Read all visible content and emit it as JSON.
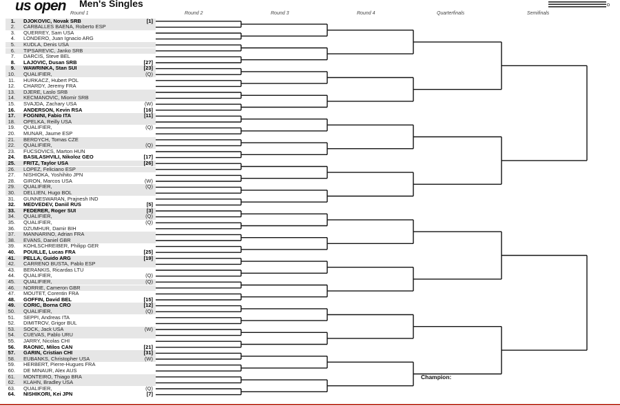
{
  "header": {
    "logo_text": "us open",
    "title": "Men's Singles"
  },
  "rounds": [
    "Round 1",
    "Round 2",
    "Round 3",
    "Round 4",
    "Quarterfinals",
    "Semifinals"
  ],
  "champion_label": "Champion:",
  "entries": [
    {
      "num": "1.",
      "name": "DJOKOVIC, Novak SRB",
      "seed": "[1]"
    },
    {
      "num": "2.",
      "name": "CARBALLES BAENA, Roberto ESP",
      "seed": ""
    },
    {
      "num": "3.",
      "name": "QUERREY, Sam USA",
      "seed": ""
    },
    {
      "num": "4.",
      "name": "LONDERO, Juan Ignacio ARG",
      "seed": ""
    },
    {
      "num": "5.",
      "name": "KUDLA, Denis USA",
      "seed": ""
    },
    {
      "num": "6.",
      "name": "TIPSAREVIC, Janko SRB",
      "seed": ""
    },
    {
      "num": "7.",
      "name": "DARCIS, Steve BEL",
      "seed": ""
    },
    {
      "num": "8.",
      "name": "LAJOVIC, Dusan SRB",
      "seed": "[27]"
    },
    {
      "num": "9.",
      "name": "WAWRINKA, Stan SUI",
      "seed": "[23]"
    },
    {
      "num": "10.",
      "name": "QUALIFIER,",
      "seed": "(Q)"
    },
    {
      "num": "11.",
      "name": "HURKACZ, Hubert POL",
      "seed": ""
    },
    {
      "num": "12.",
      "name": "CHARDY, Jeremy FRA",
      "seed": ""
    },
    {
      "num": "13.",
      "name": "DJERE, Laslo SRB",
      "seed": ""
    },
    {
      "num": "14.",
      "name": "KECMANOVIC, Miomir SRB",
      "seed": ""
    },
    {
      "num": "15.",
      "name": "SVAJDA, Zachary USA",
      "seed": "(W)"
    },
    {
      "num": "16.",
      "name": "ANDERSON, Kevin RSA",
      "seed": "[16]"
    },
    {
      "num": "17.",
      "name": "FOGNINI, Fabio ITA",
      "seed": "[11]"
    },
    {
      "num": "18.",
      "name": "OPELKA, Reilly USA",
      "seed": ""
    },
    {
      "num": "19.",
      "name": "QUALIFIER,",
      "seed": "(Q)"
    },
    {
      "num": "20.",
      "name": "MUNAR, Jaume ESP",
      "seed": ""
    },
    {
      "num": "21.",
      "name": "BERDYCH, Tomas CZE",
      "seed": ""
    },
    {
      "num": "22.",
      "name": "QUALIFIER,",
      "seed": "(Q)"
    },
    {
      "num": "23.",
      "name": "FUCSOVICS, Marton HUN",
      "seed": ""
    },
    {
      "num": "24.",
      "name": "BASILASHVILI, Nikoloz GEO",
      "seed": "[17]"
    },
    {
      "num": "25.",
      "name": "FRITZ, Taylor USA",
      "seed": "[26]"
    },
    {
      "num": "26.",
      "name": "LOPEZ, Feliciano ESP",
      "seed": ""
    },
    {
      "num": "27.",
      "name": "NISHIOKA, Yoshihito JPN",
      "seed": ""
    },
    {
      "num": "28.",
      "name": "GIRON, Marcos USA",
      "seed": "(W)"
    },
    {
      "num": "29.",
      "name": "QUALIFIER,",
      "seed": "(Q)"
    },
    {
      "num": "30.",
      "name": "DELLIEN, Hugo BOL",
      "seed": ""
    },
    {
      "num": "31.",
      "name": "GUNNESWARAN, Prajnesh IND",
      "seed": ""
    },
    {
      "num": "32.",
      "name": "MEDVEDEV, Daniil RUS",
      "seed": "[5]"
    },
    {
      "num": "33.",
      "name": "FEDERER, Roger SUI",
      "seed": "[3]"
    },
    {
      "num": "34.",
      "name": "QUALIFIER,",
      "seed": "(Q)"
    },
    {
      "num": "35.",
      "name": "QUALIFIER,",
      "seed": "(Q)"
    },
    {
      "num": "36.",
      "name": "DZUMHUR, Damir BIH",
      "seed": ""
    },
    {
      "num": "37.",
      "name": "MANNARINO, Adrian FRA",
      "seed": ""
    },
    {
      "num": "38.",
      "name": "EVANS, Daniel GBR",
      "seed": ""
    },
    {
      "num": "39.",
      "name": "KOHLSCHREIBER, Philipp GER",
      "seed": ""
    },
    {
      "num": "40.",
      "name": "POUILLE, Lucas FRA",
      "seed": "[25]"
    },
    {
      "num": "41.",
      "name": "PELLA, Guido ARG",
      "seed": "[19]"
    },
    {
      "num": "42.",
      "name": "CARRENO BUSTA, Pablo ESP",
      "seed": ""
    },
    {
      "num": "43.",
      "name": "BERANKIS, Ricardas LTU",
      "seed": ""
    },
    {
      "num": "44.",
      "name": "QUALIFIER,",
      "seed": "(Q)"
    },
    {
      "num": "45.",
      "name": "QUALIFIER,",
      "seed": "(Q)"
    },
    {
      "num": "46.",
      "name": "NORRIE, Cameron GBR",
      "seed": ""
    },
    {
      "num": "47.",
      "name": "MOUTET, Corentin FRA",
      "seed": ""
    },
    {
      "num": "48.",
      "name": "GOFFIN, David BEL",
      "seed": "[15]"
    },
    {
      "num": "49.",
      "name": "CORIC, Borna CRO",
      "seed": "[12]"
    },
    {
      "num": "50.",
      "name": "QUALIFIER,",
      "seed": "(Q)"
    },
    {
      "num": "51.",
      "name": "SEPPI, Andreas ITA",
      "seed": ""
    },
    {
      "num": "52.",
      "name": "DIMITROV, Grigor BUL",
      "seed": ""
    },
    {
      "num": "53.",
      "name": "SOCK, Jack USA",
      "seed": "(W)"
    },
    {
      "num": "54.",
      "name": "CUEVAS, Pablo URU",
      "seed": ""
    },
    {
      "num": "55.",
      "name": "JARRY, Nicolas CHI",
      "seed": ""
    },
    {
      "num": "56.",
      "name": "RAONIC, Milos CAN",
      "seed": "[21]"
    },
    {
      "num": "57.",
      "name": "GARIN, Cristian CHI",
      "seed": "[31]"
    },
    {
      "num": "58.",
      "name": "EUBANKS, Christopher USA",
      "seed": "(W)"
    },
    {
      "num": "59.",
      "name": "HERBERT, Pierre-Hugues FRA",
      "seed": ""
    },
    {
      "num": "60.",
      "name": "DE MINAUR, Alex AUS",
      "seed": ""
    },
    {
      "num": "61.",
      "name": "MONTEIRO, Thiago BRA",
      "seed": ""
    },
    {
      "num": "62.",
      "name": "KLAHN, Bradley USA",
      "seed": ""
    },
    {
      "num": "63.",
      "name": "QUALIFIER,",
      "seed": "(Q)"
    },
    {
      "num": "64.",
      "name": "NISHIKORI, Kei JPN",
      "seed": "[7]"
    }
  ]
}
